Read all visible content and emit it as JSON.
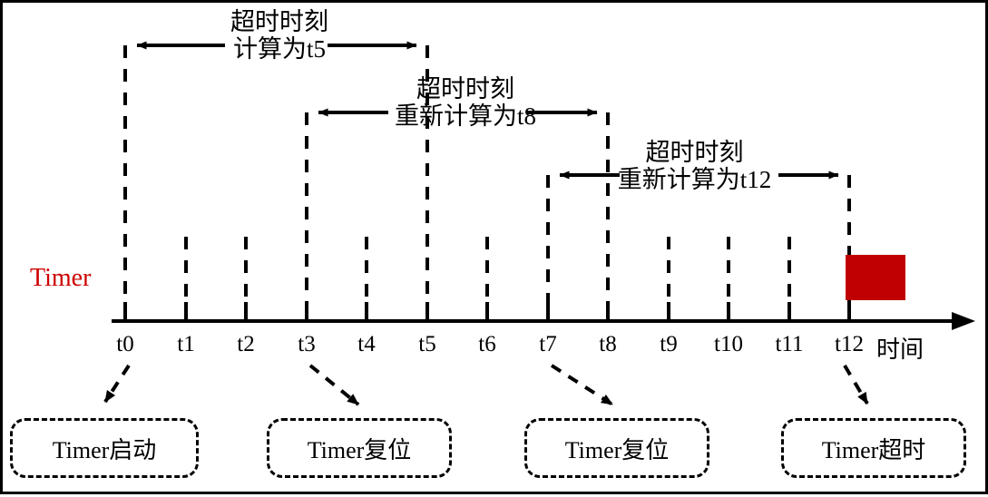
{
  "figure": {
    "type": "timing-diagram",
    "signal_label": "Timer",
    "signal_label_color": "#cc0000",
    "axis_name": "时间",
    "outer_border_color": "#000000",
    "pulse_color": "#c00000"
  },
  "axis": {
    "ticks": [
      "t0",
      "t1",
      "t2",
      "t3",
      "t4",
      "t5",
      "t6",
      "t7",
      "t8",
      "t9",
      "t10",
      "t11",
      "t12"
    ],
    "tick_count": 13,
    "arrow_direction": "right"
  },
  "annotations": [
    {
      "id": "anno-1",
      "line1": "超时时刻",
      "line2": "计算为t5",
      "from_tick": "t0",
      "to_tick": "t5"
    },
    {
      "id": "anno-2",
      "line1": "超时时刻",
      "line2": "重新计算为t8",
      "from_tick": "t3",
      "to_tick": "t8"
    },
    {
      "id": "anno-3",
      "line1": "超时时刻",
      "line2": "重新计算为t12",
      "from_tick": "t7",
      "to_tick": "t12"
    }
  ],
  "event_boxes": [
    {
      "id": "event-box-1",
      "label": "Timer启动",
      "at_tick": "t0"
    },
    {
      "id": "event-box-2",
      "label": "Timer复位",
      "at_tick": "t3"
    },
    {
      "id": "event-box-3",
      "label": "Timer复位",
      "at_tick": "t7"
    },
    {
      "id": "event-box-4",
      "label": "Timer超时",
      "at_tick": "t12"
    }
  ],
  "pulse": {
    "start_tick": "t11",
    "end_tick": "t12",
    "meaning": "timeout-pulse"
  }
}
